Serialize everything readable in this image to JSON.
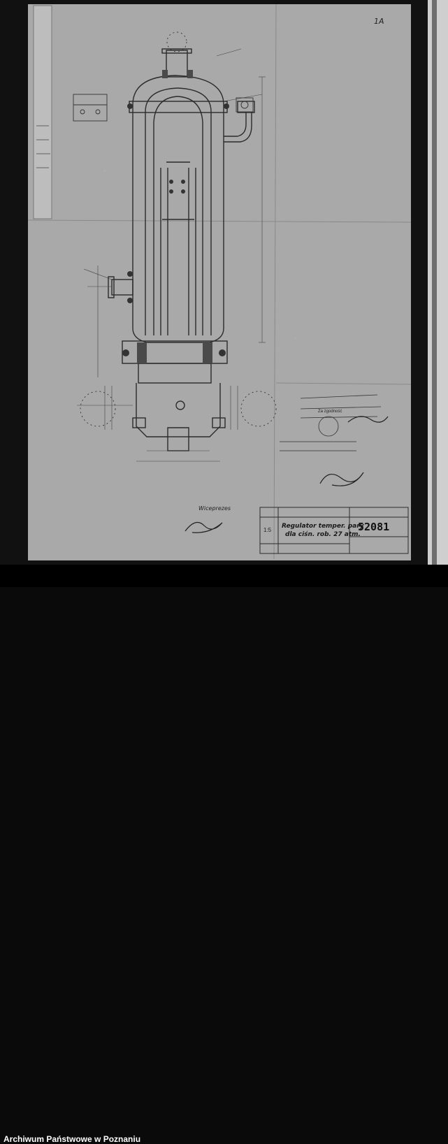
{
  "document": {
    "type": "technical-drawing-scan",
    "sheet_number": "1A",
    "drawing_number": "52081",
    "scale": "1:5",
    "title_line1": "Regulator temper. pary",
    "title_line2": "dla ciśn. rob. 27 atm.",
    "approval_label": "Wiceprezes",
    "stamp_label": "Za zgodność"
  },
  "footer": {
    "archive_caption": "Archiwum Państwowe w Poznaniu"
  },
  "colors": {
    "sheet": "#a9a9a9",
    "line": "#2b2b2b",
    "background": "#0a0a0a",
    "caption": "#ffffff"
  }
}
